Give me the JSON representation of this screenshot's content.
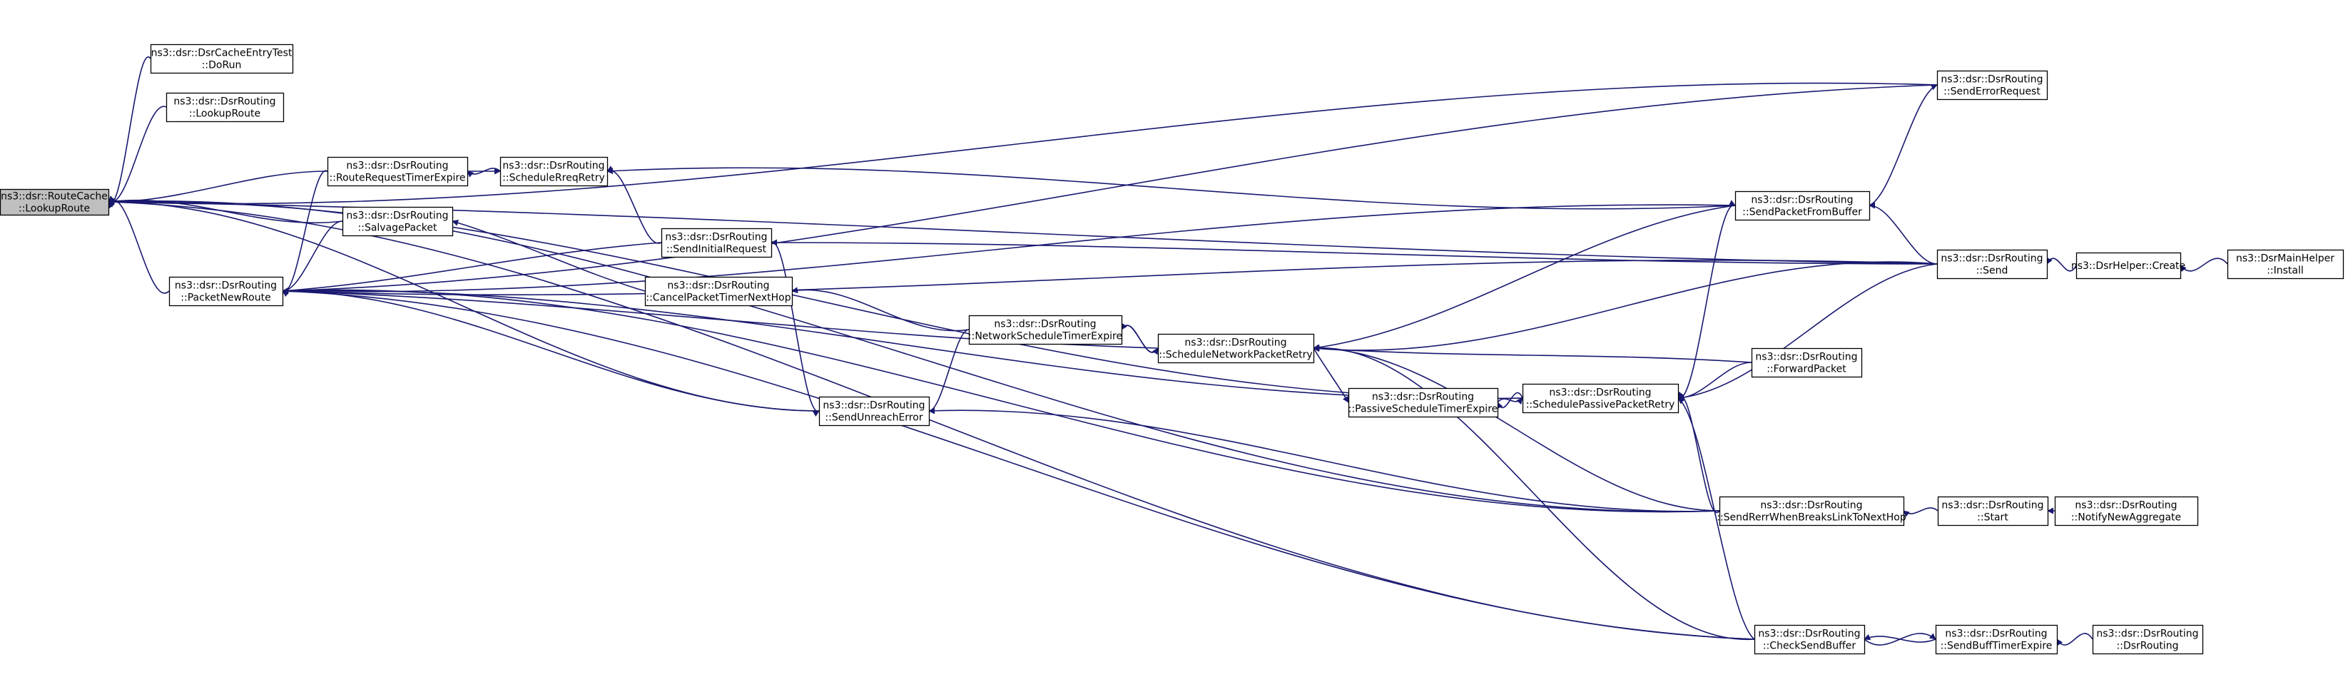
{
  "diagram": {
    "type": "doxygen-caller-graph",
    "nodes": [
      {
        "id": "n0",
        "lines": [
          "ns3::dsr::RouteCache",
          "::LookupRoute"
        ],
        "root": true
      },
      {
        "id": "n1",
        "lines": [
          "ns3::dsr::DsrCacheEntryTest",
          "::DoRun"
        ]
      },
      {
        "id": "n2",
        "lines": [
          "ns3::dsr::DsrRouting",
          "::LookupRoute"
        ]
      },
      {
        "id": "n3",
        "lines": [
          "ns3::dsr::DsrRouting",
          "::RouteRequestTimerExpire"
        ]
      },
      {
        "id": "n4",
        "lines": [
          "ns3::dsr::DsrRouting",
          "::ScheduleRreqRetry"
        ]
      },
      {
        "id": "n5",
        "lines": [
          "ns3::dsr::DsrRouting",
          "::SalvagePacket"
        ]
      },
      {
        "id": "n6",
        "lines": [
          "ns3::dsr::DsrRouting",
          "::PacketNewRoute"
        ]
      },
      {
        "id": "n7",
        "lines": [
          "ns3::dsr::DsrRouting",
          "::SendInitialRequest"
        ]
      },
      {
        "id": "n8",
        "lines": [
          "ns3::dsr::DsrRouting",
          "::CancelPacketTimerNextHop"
        ]
      },
      {
        "id": "n9",
        "lines": [
          "ns3::dsr::DsrRouting",
          "::NetworkScheduleTimerExpire"
        ]
      },
      {
        "id": "n10",
        "lines": [
          "ns3::dsr::DsrRouting",
          "::SendUnreachError"
        ]
      },
      {
        "id": "n11",
        "lines": [
          "ns3::dsr::DsrRouting",
          "::ScheduleNetworkPacketRetry"
        ]
      },
      {
        "id": "n12",
        "lines": [
          "ns3::dsr::DsrRouting",
          "::PassiveScheduleTimerExpire"
        ]
      },
      {
        "id": "n13",
        "lines": [
          "ns3::dsr::DsrRouting",
          "::SchedulePassivePacketRetry"
        ]
      },
      {
        "id": "n14",
        "lines": [
          "ns3::dsr::DsrRouting",
          "::SendErrorRequest"
        ]
      },
      {
        "id": "n15",
        "lines": [
          "ns3::dsr::DsrRouting",
          "::SendPacketFromBuffer"
        ]
      },
      {
        "id": "n16",
        "lines": [
          "ns3::dsr::DsrRouting",
          "::Send"
        ]
      },
      {
        "id": "n17",
        "lines": [
          "ns3::DsrHelper::Create"
        ]
      },
      {
        "id": "n18",
        "lines": [
          "ns3::DsrMainHelper",
          "::Install"
        ]
      },
      {
        "id": "n19",
        "lines": [
          "ns3::dsr::DsrRouting",
          "::ForwardPacket"
        ]
      },
      {
        "id": "n20",
        "lines": [
          "ns3::dsr::DsrRouting",
          "::SendRerrWhenBreaksLinkToNextHop"
        ]
      },
      {
        "id": "n21",
        "lines": [
          "ns3::dsr::DsrRouting",
          "::Start"
        ]
      },
      {
        "id": "n22",
        "lines": [
          "ns3::dsr::DsrRouting",
          "::NotifyNewAggregate"
        ]
      },
      {
        "id": "n23",
        "lines": [
          "ns3::dsr::DsrRouting",
          "::CheckSendBuffer"
        ]
      },
      {
        "id": "n24",
        "lines": [
          "ns3::dsr::DsrRouting",
          "::SendBuffTimerExpire"
        ]
      },
      {
        "id": "n25",
        "lines": [
          "ns3::dsr::DsrRouting",
          "::DsrRouting"
        ]
      }
    ],
    "edges": [
      {
        "from": "n1",
        "to": "n0"
      },
      {
        "from": "n2",
        "to": "n0"
      },
      {
        "from": "n3",
        "to": "n0"
      },
      {
        "from": "n5",
        "to": "n0"
      },
      {
        "from": "n6",
        "to": "n0"
      },
      {
        "from": "n14",
        "to": "n0"
      },
      {
        "from": "n16",
        "to": "n0"
      },
      {
        "from": "n10",
        "to": "n0"
      },
      {
        "from": "n13",
        "to": "n0"
      },
      {
        "from": "n20",
        "to": "n0"
      },
      {
        "from": "n23",
        "to": "n0"
      },
      {
        "from": "n4",
        "to": "n3"
      },
      {
        "from": "n3",
        "to": "n4"
      },
      {
        "from": "n7",
        "to": "n4"
      },
      {
        "from": "n15",
        "to": "n4"
      },
      {
        "from": "n8",
        "to": "n5"
      },
      {
        "from": "n3",
        "to": "n6"
      },
      {
        "from": "n5",
        "to": "n6"
      },
      {
        "from": "n7",
        "to": "n6"
      },
      {
        "from": "n14",
        "to": "n6"
      },
      {
        "from": "n16",
        "to": "n6"
      },
      {
        "from": "n11",
        "to": "n6"
      },
      {
        "from": "n10",
        "to": "n6"
      },
      {
        "from": "n13",
        "to": "n6"
      },
      {
        "from": "n20",
        "to": "n6"
      },
      {
        "from": "n23",
        "to": "n6"
      },
      {
        "from": "n15",
        "to": "n6"
      },
      {
        "from": "n16",
        "to": "n7"
      },
      {
        "from": "n9",
        "to": "n8"
      },
      {
        "from": "n11",
        "to": "n9"
      },
      {
        "from": "n9",
        "to": "n11"
      },
      {
        "from": "n7",
        "to": "n10"
      },
      {
        "from": "n9",
        "to": "n10"
      },
      {
        "from": "n20",
        "to": "n10"
      },
      {
        "from": "n15",
        "to": "n11"
      },
      {
        "from": "n16",
        "to": "n11"
      },
      {
        "from": "n19",
        "to": "n11"
      },
      {
        "from": "n20",
        "to": "n11"
      },
      {
        "from": "n23",
        "to": "n11"
      },
      {
        "from": "n11",
        "to": "n12"
      },
      {
        "from": "n13",
        "to": "n12"
      },
      {
        "from": "n12",
        "to": "n13"
      },
      {
        "from": "n19",
        "to": "n13"
      },
      {
        "from": "n16",
        "to": "n13"
      },
      {
        "from": "n20",
        "to": "n13"
      },
      {
        "from": "n23",
        "to": "n13"
      },
      {
        "from": "n15",
        "to": "n14"
      },
      {
        "from": "n16",
        "to": "n15"
      },
      {
        "from": "n13",
        "to": "n15"
      },
      {
        "from": "n17",
        "to": "n16"
      },
      {
        "from": "n18",
        "to": "n17"
      },
      {
        "from": "n21",
        "to": "n20"
      },
      {
        "from": "n22",
        "to": "n21"
      },
      {
        "from": "n24",
        "to": "n23"
      },
      {
        "from": "n23",
        "to": "n24"
      },
      {
        "from": "n25",
        "to": "n24"
      }
    ]
  }
}
